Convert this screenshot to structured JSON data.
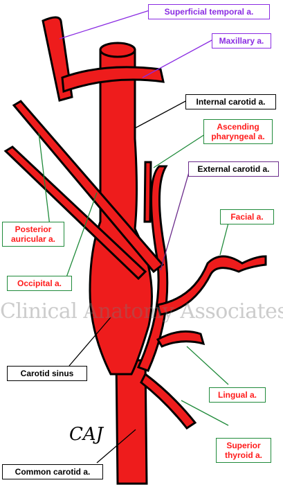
{
  "labels": {
    "superficial_temporal": "Superficial temporal a.",
    "maxillary": "Maxillary a.",
    "internal_carotid": "Internal carotid a.",
    "ascending_pharyngeal_1": "Ascending",
    "ascending_pharyngeal_2": "pharyngeal a.",
    "external_carotid": "External carotid a.",
    "posterior_auricular_1": "Posterior",
    "posterior_auricular_2": "auricular a.",
    "facial": "Facial a.",
    "occipital": "Occipital a.",
    "carotid_sinus": "Carotid sinus",
    "lingual": "Lingual a.",
    "superior_thyroid_1": "Superior",
    "superior_thyroid_2": "thyroid a.",
    "common_carotid": "Common carotid a."
  },
  "watermark": "Clinical Anatomy Associates, Inc",
  "signature": "CAJ",
  "colors": {
    "artery": "#ee1c1c",
    "outline": "#000000",
    "label_purple": "#8a2be2",
    "label_red": "#ff1a1a",
    "leader_green": "#1f8a3a"
  }
}
